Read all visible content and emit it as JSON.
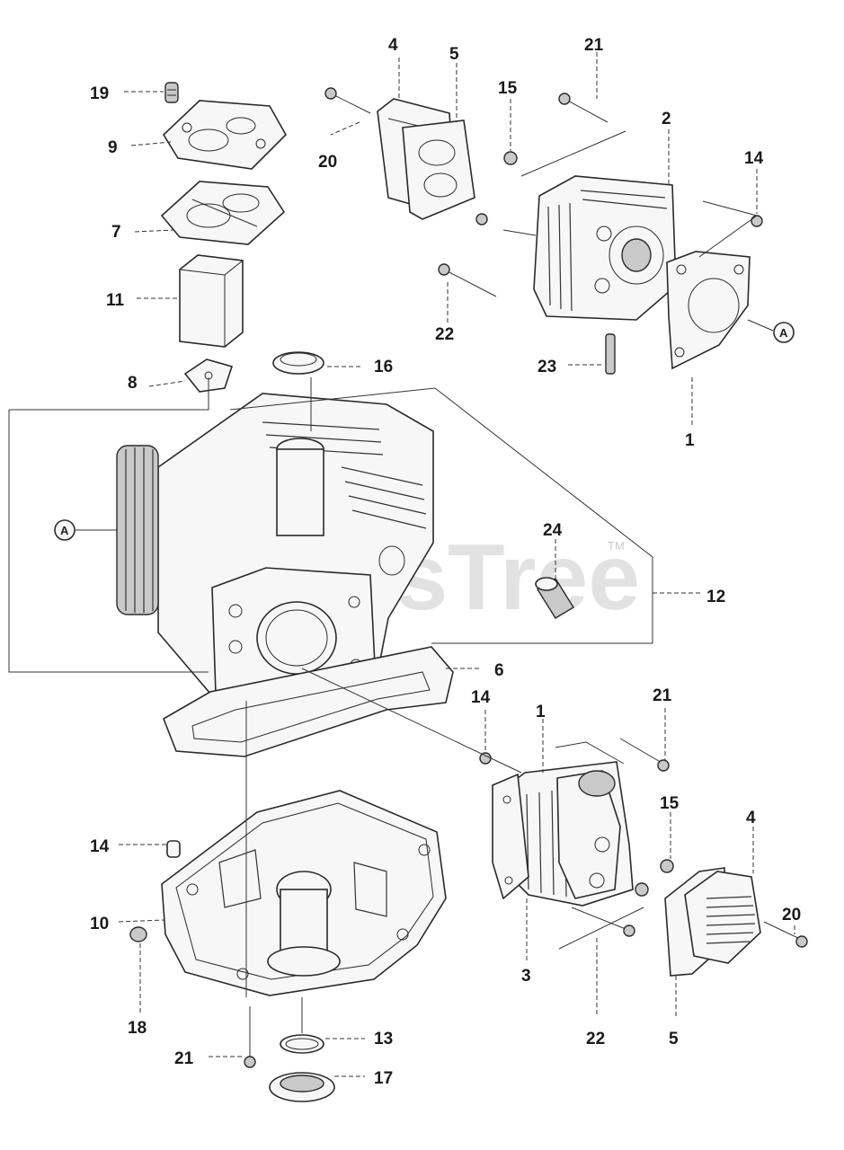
{
  "watermark": {
    "text": "PartsTree",
    "tm": "TM"
  },
  "reference_marker": "A",
  "callouts": [
    "19",
    "9",
    "7",
    "11",
    "8",
    "16",
    "4",
    "5",
    "20",
    "15",
    "21",
    "2",
    "14",
    "22",
    "23",
    "1",
    "12",
    "24",
    "6",
    "14",
    "1",
    "21",
    "15",
    "4",
    "20",
    "14",
    "10",
    "18",
    "21",
    "13",
    "17",
    "3",
    "22",
    "5"
  ]
}
